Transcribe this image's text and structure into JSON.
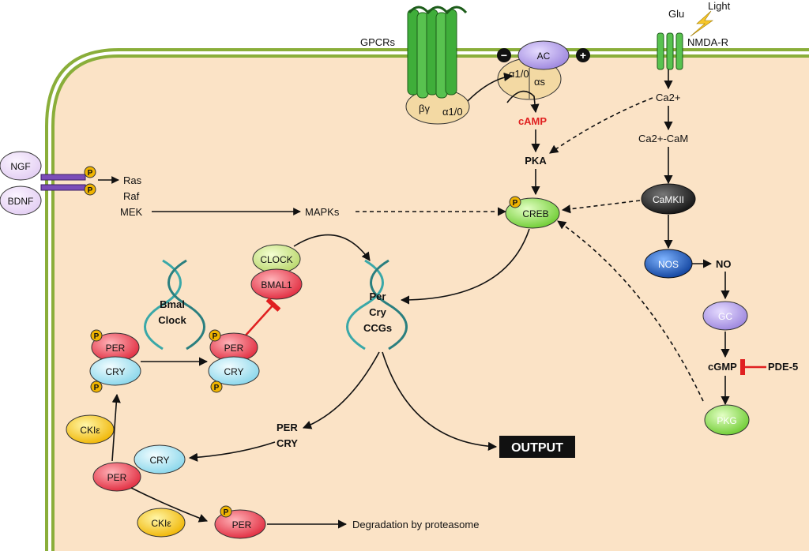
{
  "membrane": {
    "gpcrs": "GPCRs",
    "beta_gamma": "βγ",
    "alpha_io": "α1/0",
    "ac": "AC",
    "ac_alpha_io": "α1/0",
    "ac_alpha_s": "αs",
    "minus_sign": "−",
    "plus_sign": "+",
    "glu": "Glu",
    "light": "Light",
    "nmda_r": "NMDA-R"
  },
  "left_signaling": {
    "ngf": "NGF",
    "bdnf": "BDNF",
    "phospho": "P",
    "ras": "Ras",
    "raf": "Raf",
    "mek": "MEK",
    "mapks": "MAPKs"
  },
  "camp_pathway": {
    "camp": "cAMP",
    "pka": "PKA",
    "creb": "CREB"
  },
  "calcium_pathway": {
    "ca": "Ca2+",
    "ca_cam": "Ca2+-CaM",
    "camkii": "CaMKII",
    "nos": "NOS",
    "no": "NO",
    "gc": "GC",
    "cgmp": "cGMP",
    "pde5": "PDE-5",
    "pkg": "PKG"
  },
  "clock": {
    "clock": "CLOCK",
    "bmal1": "BMAL1",
    "bmal_gene": "Bmal",
    "clock_gene": "Clock",
    "per_gene": "Per",
    "cry_gene": "Cry",
    "ccgs": "CCGs",
    "per": "PER",
    "cry": "CRY",
    "ckie": "CKIε",
    "output": "OUTPUT",
    "per_out": "PER",
    "cry_out": "CRY",
    "degradation": "Degradation by proteasome"
  },
  "colors": {
    "cell_fill": "#fbe3c6",
    "membrane": "#8aae3a",
    "receptor_green": "#3fae3a",
    "purple": "#b59ee8",
    "creb_green": "#9be05a",
    "red_node": "#ee4b5a",
    "cyan_node": "#a8e4f2",
    "yellow_node": "#f6cf2a",
    "blue_node": "#1f63c7",
    "red_arrow": "#e02020"
  }
}
